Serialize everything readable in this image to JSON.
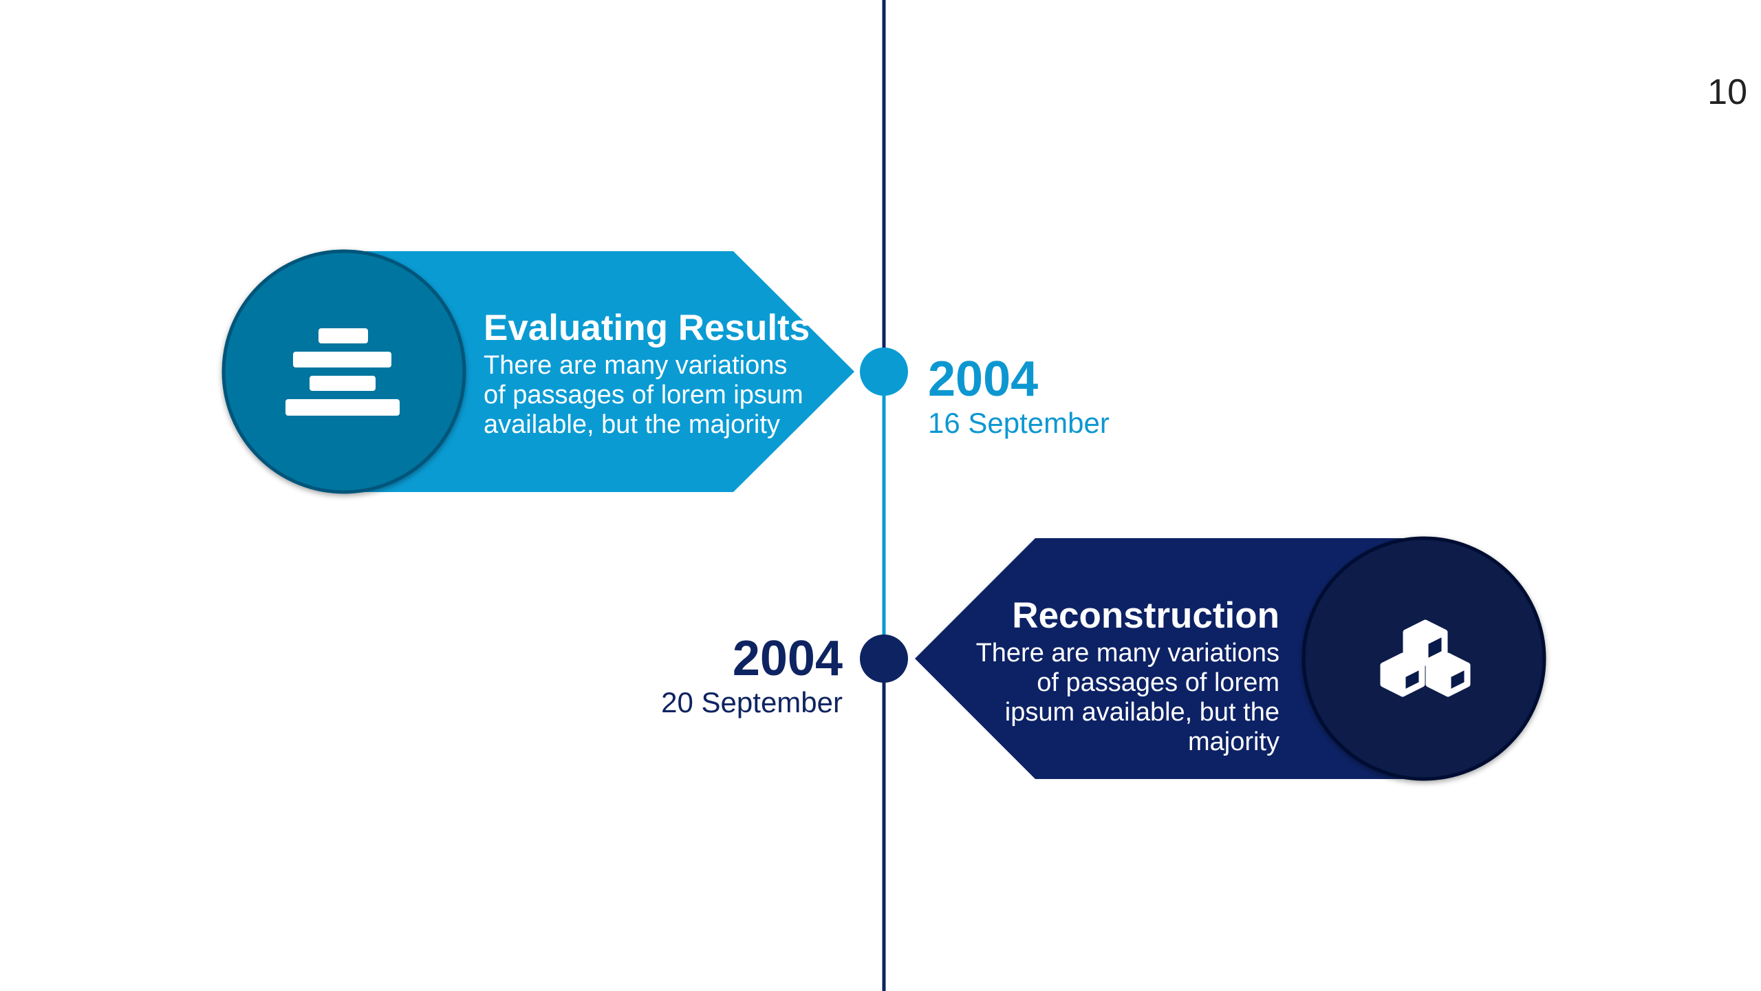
{
  "page_number": "10",
  "colors": {
    "light_blue": "#0a9bd3",
    "light_blue_dark": "#06749f",
    "navy": "#0d2265",
    "navy_dark": "#071a4a",
    "line_dark": "#0e2361"
  },
  "timeline": [
    {
      "title": "Evaluating Results",
      "body": "There are many variations of passages of lorem ipsum available, but the majority",
      "year": "2004",
      "day": "16 September",
      "icon": "layered-bars-icon",
      "color": "light_blue"
    },
    {
      "title": "Reconstruction",
      "body": "There are many variations of passages of lorem ipsum available, but the majority",
      "year": "2004",
      "day": "20 September",
      "icon": "cubes-icon",
      "color": "navy"
    }
  ]
}
